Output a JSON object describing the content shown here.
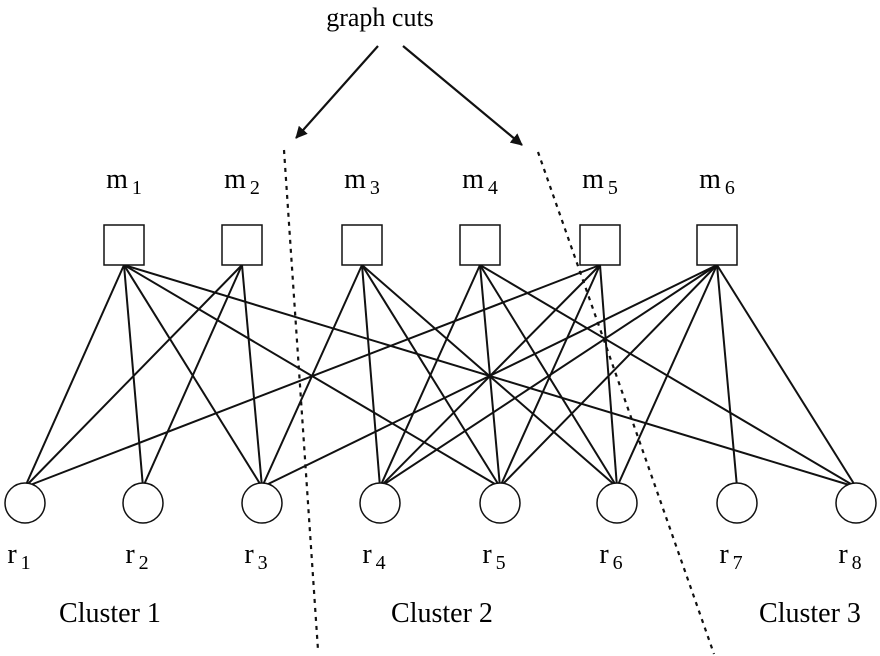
{
  "title": "graph cuts",
  "top_nodes": [
    {
      "id": "m1",
      "base": "m",
      "sub": "1"
    },
    {
      "id": "m2",
      "base": "m",
      "sub": "2"
    },
    {
      "id": "m3",
      "base": "m",
      "sub": "3"
    },
    {
      "id": "m4",
      "base": "m",
      "sub": "4"
    },
    {
      "id": "m5",
      "base": "m",
      "sub": "5"
    },
    {
      "id": "m6",
      "base": "m",
      "sub": "6"
    }
  ],
  "bottom_nodes": [
    {
      "id": "r1",
      "base": "r",
      "sub": "1"
    },
    {
      "id": "r2",
      "base": "r",
      "sub": "2"
    },
    {
      "id": "r3",
      "base": "r",
      "sub": "3"
    },
    {
      "id": "r4",
      "base": "r",
      "sub": "4"
    },
    {
      "id": "r5",
      "base": "r",
      "sub": "5"
    },
    {
      "id": "r6",
      "base": "r",
      "sub": "6"
    },
    {
      "id": "r7",
      "base": "r",
      "sub": "7"
    },
    {
      "id": "r8",
      "base": "r",
      "sub": "8"
    }
  ],
  "edges": [
    [
      "m1",
      "r1"
    ],
    [
      "m1",
      "r2"
    ],
    [
      "m1",
      "r3"
    ],
    [
      "m1",
      "r5"
    ],
    [
      "m1",
      "r8"
    ],
    [
      "m2",
      "r2"
    ],
    [
      "m2",
      "r3"
    ],
    [
      "m2",
      "r1"
    ],
    [
      "m3",
      "r3"
    ],
    [
      "m3",
      "r4"
    ],
    [
      "m3",
      "r5"
    ],
    [
      "m3",
      "r6"
    ],
    [
      "m4",
      "r4"
    ],
    [
      "m4",
      "r5"
    ],
    [
      "m4",
      "r6"
    ],
    [
      "m4",
      "r8"
    ],
    [
      "m5",
      "r1"
    ],
    [
      "m5",
      "r4"
    ],
    [
      "m5",
      "r5"
    ],
    [
      "m5",
      "r6"
    ],
    [
      "m6",
      "r4"
    ],
    [
      "m6",
      "r5"
    ],
    [
      "m6",
      "r6"
    ],
    [
      "m6",
      "r7"
    ],
    [
      "m6",
      "r3"
    ],
    [
      "m6",
      "r8"
    ]
  ],
  "clusters": [
    "Cluster 1",
    "Cluster 2",
    "Cluster 3"
  ]
}
